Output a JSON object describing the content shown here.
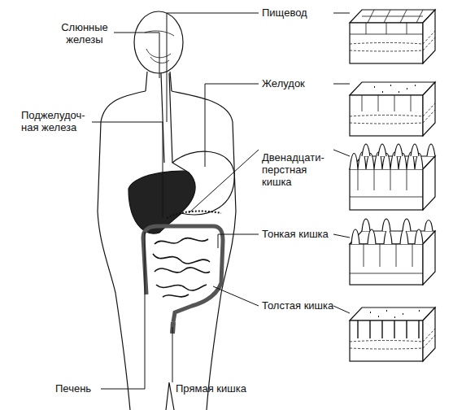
{
  "diagram": {
    "labels": [
      "Слюнные железы",
      "Пищевод",
      "Желудок",
      "Поджелудоч- ная железа",
      "Двенадцати- перстная кишка",
      "Тонкая кишка",
      "Толстая кишка",
      "Печень",
      "Прямая кишка"
    ]
  }
}
